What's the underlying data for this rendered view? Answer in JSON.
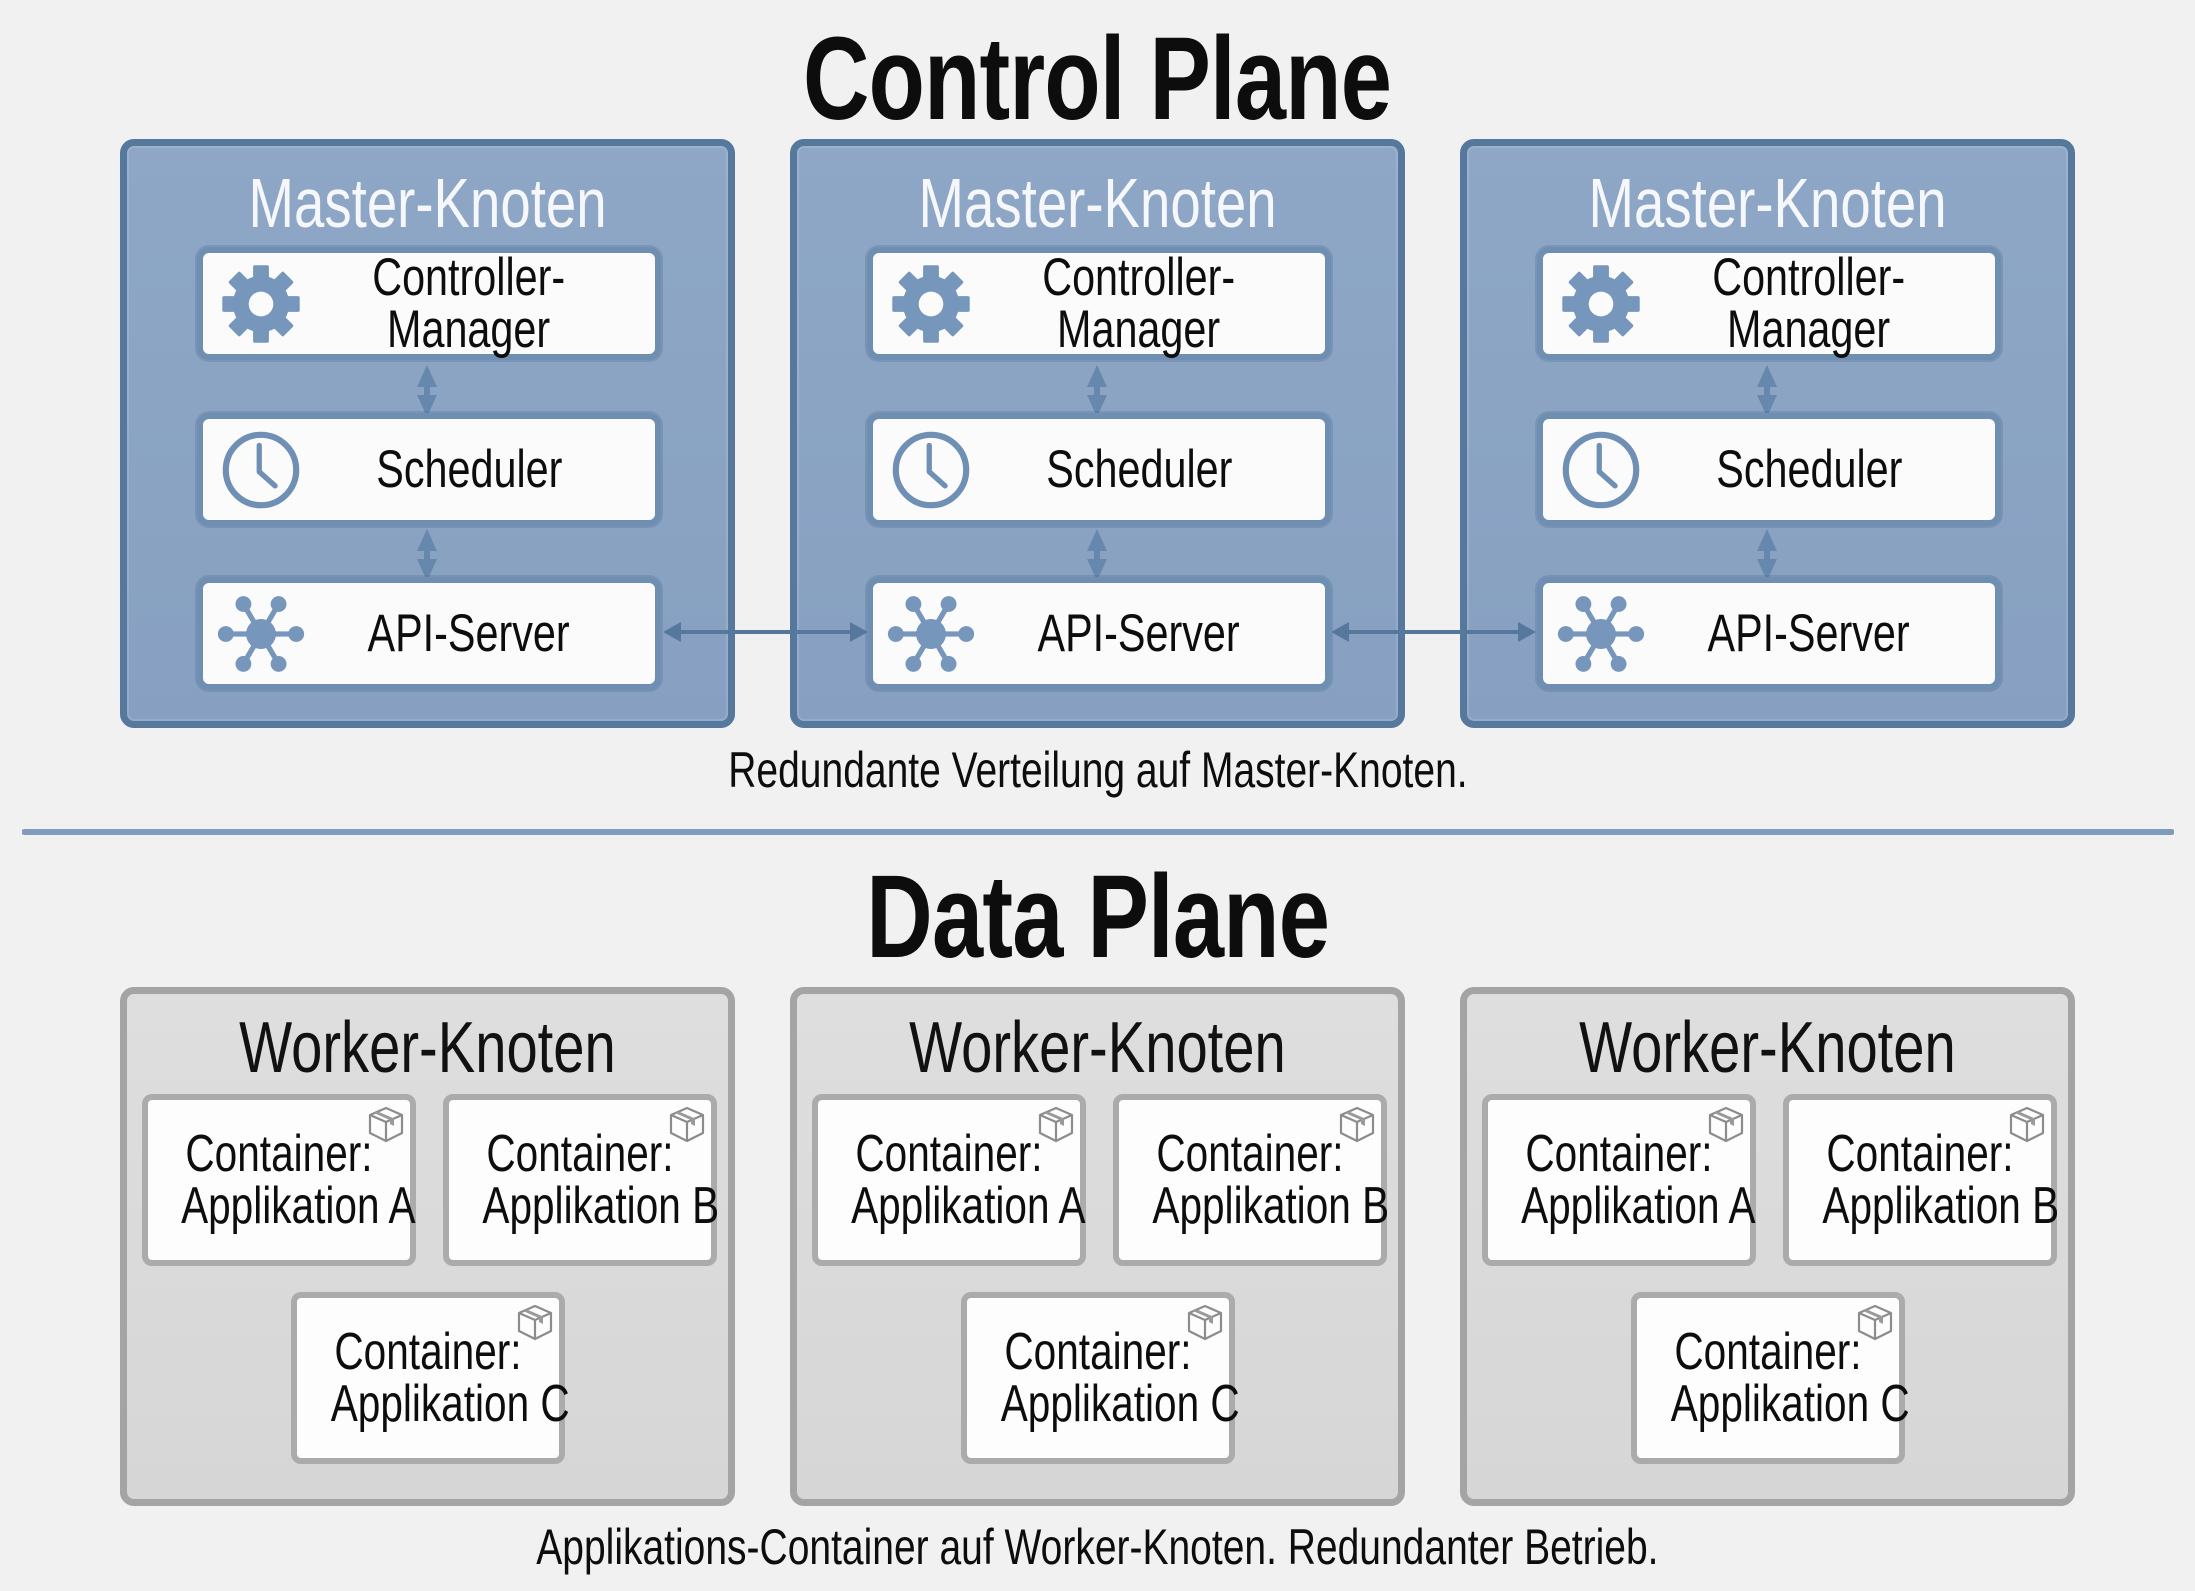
{
  "control_plane": {
    "title": "Control Plane",
    "caption": "Redundante Verteilung auf Master-Knoten.",
    "accent_color": "#56789c",
    "masters": [
      {
        "title": "Master-Knoten",
        "components": [
          {
            "icon": "gear-icon",
            "label_line1": "Controller-",
            "label_line2": "Manager"
          },
          {
            "icon": "clock-icon",
            "label": "Scheduler"
          },
          {
            "icon": "hub-network-icon",
            "label": "API-Server"
          }
        ]
      },
      {
        "title": "Master-Knoten",
        "components": [
          {
            "icon": "gear-icon",
            "label_line1": "Controller-",
            "label_line2": "Manager"
          },
          {
            "icon": "clock-icon",
            "label": "Scheduler"
          },
          {
            "icon": "hub-network-icon",
            "label": "API-Server"
          }
        ]
      },
      {
        "title": "Master-Knoten",
        "components": [
          {
            "icon": "gear-icon",
            "label_line1": "Controller-",
            "label_line2": "Manager"
          },
          {
            "icon": "clock-icon",
            "label": "Scheduler"
          },
          {
            "icon": "hub-network-icon",
            "label": "API-Server"
          }
        ]
      }
    ]
  },
  "data_plane": {
    "title": "Data Plane",
    "caption": "Applikations-Container auf Worker-Knoten. Redundanter Betrieb.",
    "workers": [
      {
        "title": "Worker-Knoten",
        "containers": [
          {
            "line1": "Container:",
            "line2": "Applikation A",
            "icon": "package-box-icon"
          },
          {
            "line1": "Container:",
            "line2": "Applikation B",
            "icon": "package-box-icon"
          },
          {
            "line1": "Container:",
            "line2": "Applikation C",
            "icon": "package-box-icon"
          }
        ]
      },
      {
        "title": "Worker-Knoten",
        "containers": [
          {
            "line1": "Container:",
            "line2": "Applikation A",
            "icon": "package-box-icon"
          },
          {
            "line1": "Container:",
            "line2": "Applikation B",
            "icon": "package-box-icon"
          },
          {
            "line1": "Container:",
            "line2": "Applikation C",
            "icon": "package-box-icon"
          }
        ]
      },
      {
        "title": "Worker-Knoten",
        "containers": [
          {
            "line1": "Container:",
            "line2": "Applikation A",
            "icon": "package-box-icon"
          },
          {
            "line1": "Container:",
            "line2": "Applikation B",
            "icon": "package-box-icon"
          },
          {
            "line1": "Container:",
            "line2": "Applikation C",
            "icon": "package-box-icon"
          }
        ]
      }
    ]
  }
}
